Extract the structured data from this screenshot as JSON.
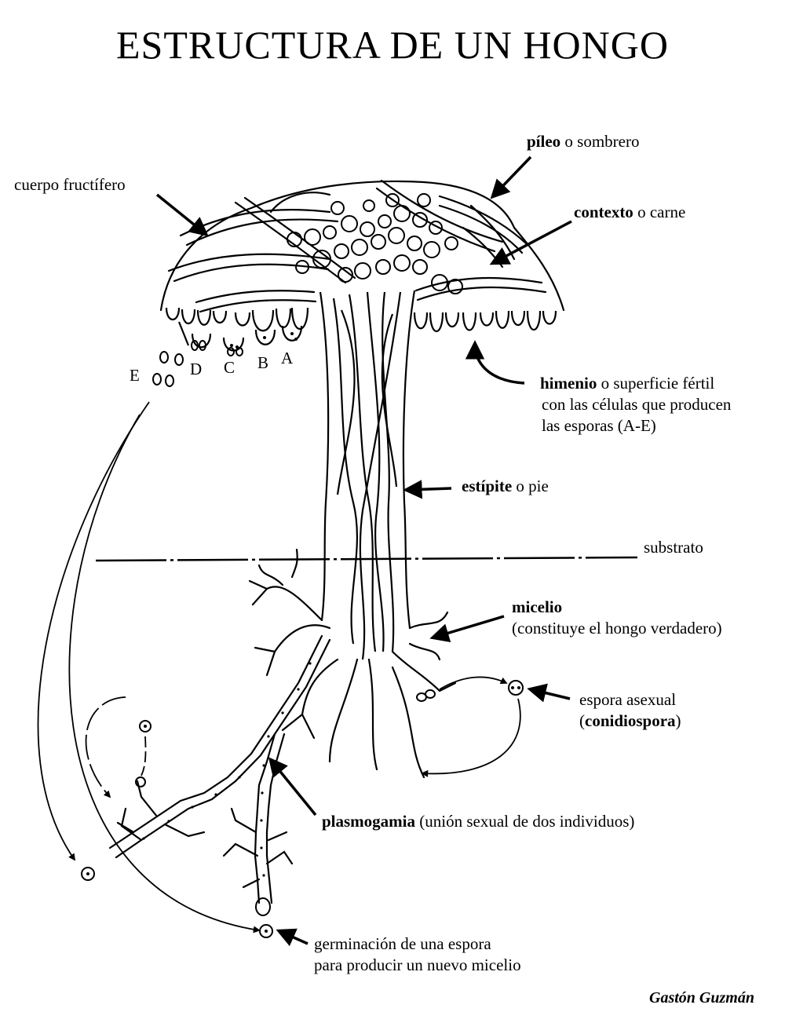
{
  "title": "ESTRUCTURA DE UN HONGO",
  "labels": {
    "cuerpo_fructifero": "cuerpo fructífero",
    "pileo_bold": "píleo",
    "pileo_rest": " o sombrero",
    "contexto_bold": "contexto",
    "contexto_rest": " o carne",
    "himenio_bold": "himenio",
    "himenio_rest": " o superficie fértil",
    "himenio_line2": "con las células que producen",
    "himenio_line3": "las esporas (A-E)",
    "estipite_bold": "estípite",
    "estipite_rest": " o pie",
    "substrato": "substrato",
    "micelio_bold": "micelio",
    "micelio_line2": "(constituye el hongo verdadero)",
    "espora_asexual": "espora asexual",
    "conidiospora_open": "(",
    "conidiospora_bold": "conidiospora",
    "conidiospora_close": ")",
    "plasmogamia_bold": "plasmogamia",
    "plasmogamia_rest": " (unión sexual de dos individuos)",
    "germinacion_line1": "germinación de una espora",
    "germinacion_line2": "para producir un nuevo micelio"
  },
  "spore_stages": [
    "A",
    "B",
    "C",
    "D",
    "E"
  ],
  "author": "Gastón Guzmán"
}
